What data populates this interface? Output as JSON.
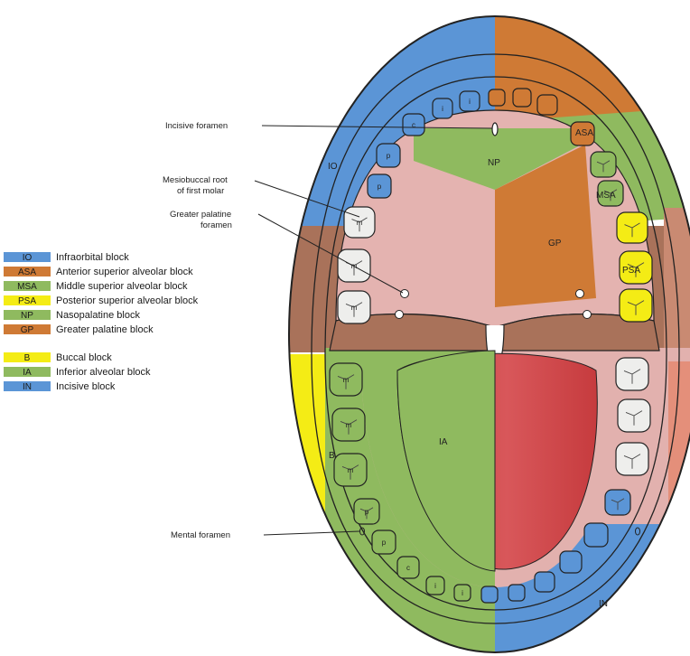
{
  "colors": {
    "blue": "#5b95d6",
    "orange": "#cf7a35",
    "green": "#8fba5f",
    "yellow": "#f4ec15",
    "brown": "#a9725a",
    "pink": "#e4b3b0",
    "tongue": "#d0474a",
    "tooth_white": "#eeeeec"
  },
  "legend": {
    "maxillary": [
      {
        "abbr": "IO",
        "label": "Infraorbital block",
        "color": "#5b95d6"
      },
      {
        "abbr": "ASA",
        "label": "Anterior superior alveolar block",
        "color": "#cf7a35"
      },
      {
        "abbr": "MSA",
        "label": "Middle superior alveolar block",
        "color": "#8fba5f"
      },
      {
        "abbr": "PSA",
        "label": "Posterior superior alveolar block",
        "color": "#f4ec15"
      },
      {
        "abbr": "NP",
        "label": "Nasopalatine block",
        "color": "#8fba5f"
      },
      {
        "abbr": "GP",
        "label": "Greater palatine block",
        "color": "#cf7a35"
      }
    ],
    "mandibular": [
      {
        "abbr": "B",
        "label": "Buccal block",
        "color": "#f4ec15"
      },
      {
        "abbr": "IA",
        "label": "Inferior alveolar block",
        "color": "#8fba5f"
      },
      {
        "abbr": "IN",
        "label": "Incisive block",
        "color": "#5b95d6"
      }
    ]
  },
  "callouts": {
    "incisive_foramen": "Incisive foramen",
    "mesiobuccal_line1": "Mesiobuccal root",
    "mesiobuccal_line2": "of first molar",
    "greater_palatine_line1": "Greater palatine",
    "greater_palatine_line2": "foramen",
    "mental_foramen": "Mental foramen"
  },
  "regions": {
    "io": "IO",
    "asa": "ASA",
    "np": "NP",
    "msa": "MSA",
    "gp": "GP",
    "psa": "PSA",
    "b": "B",
    "ia": "IA",
    "in": "IN"
  },
  "teeth": {
    "upper_left": [
      "i",
      "i",
      "c",
      "p",
      "p",
      "m",
      "m",
      "m"
    ],
    "lower_left": [
      "m",
      "m",
      "m",
      "p",
      "p",
      "c",
      "i",
      "i"
    ]
  }
}
